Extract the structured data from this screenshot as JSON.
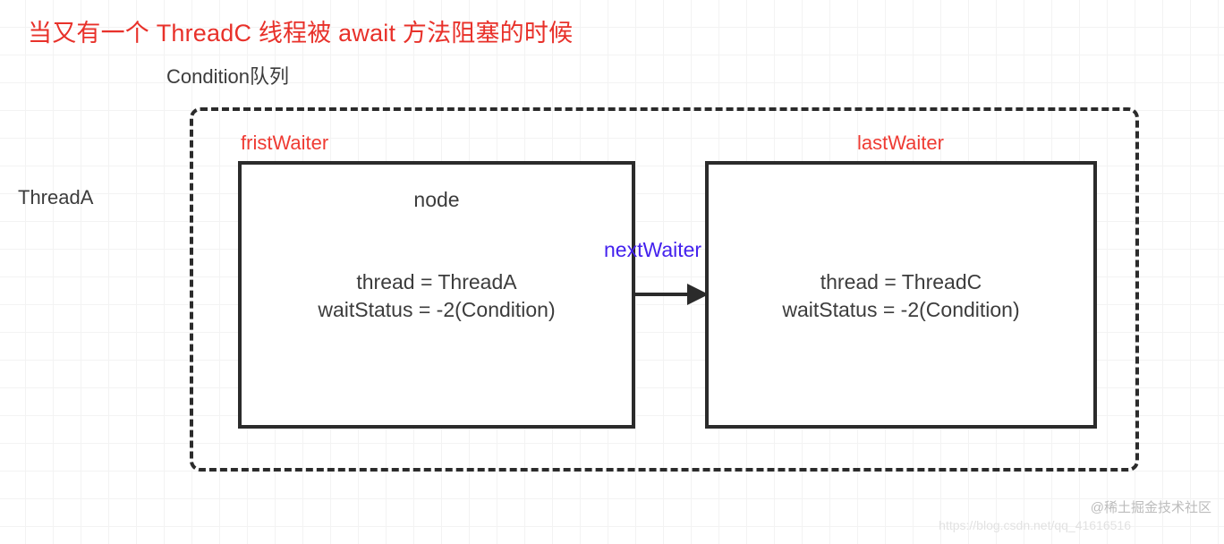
{
  "diagram": {
    "title": "当又有一个 ThreadC 线程被 await 方法阻塞的时候",
    "queue_label": "Condition队列",
    "outside_thread_label": "ThreadA",
    "pointers": {
      "first": "fristWaiter",
      "last": "lastWaiter",
      "next": "nextWaiter"
    },
    "nodes": [
      {
        "pointer": "fristWaiter",
        "heading": "node",
        "thread_line": "thread = ThreadA",
        "wait_status_line": "waitStatus = -2(Condition)"
      },
      {
        "pointer": "lastWaiter",
        "heading": "",
        "thread_line": "thread = ThreadC",
        "wait_status_line": "waitStatus = -2(Condition)"
      }
    ],
    "colors": {
      "title_red": "#e8312a",
      "pointer_red": "#ef3b33",
      "next_pointer_blue": "#4422ee",
      "stroke_dark": "#2b2b2b",
      "text_gray": "#3c3c3c",
      "grid_line": "#ededed"
    },
    "watermark": "@稀土掘金技术社区",
    "watermark_url": "https://blog.csdn.net/qq_41616516"
  }
}
